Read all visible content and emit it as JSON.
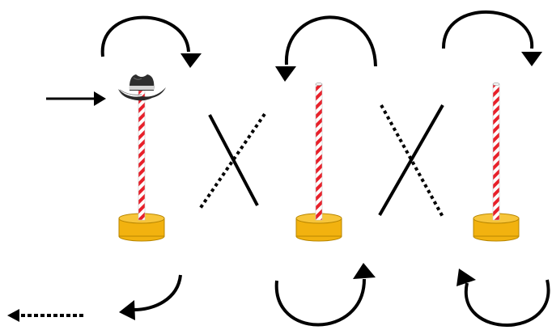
{
  "diagram": {
    "poles": [
      {
        "id": "pole-1",
        "has_hat": true
      },
      {
        "id": "pole-2",
        "has_hat": false
      },
      {
        "id": "pole-3",
        "has_hat": false
      }
    ],
    "colors": {
      "stroke": "#000000",
      "stripe_red": "#e8202a",
      "stripe_white": "#ffffff",
      "base_fill": "#f2b20f",
      "base_stroke": "#b88600",
      "hat_dark": "#2a2a2a",
      "hat_band": "#f2f2f2"
    },
    "arrows": [
      {
        "name": "entry-arrow",
        "style": "solid",
        "direction": "right"
      },
      {
        "name": "exit-arrow",
        "style": "dotted",
        "direction": "left"
      },
      {
        "name": "top-arc-1",
        "style": "solid",
        "direction": "clockwise"
      },
      {
        "name": "top-arc-2",
        "style": "solid",
        "direction": "counterclockwise"
      },
      {
        "name": "top-arc-3",
        "style": "solid",
        "direction": "clockwise"
      },
      {
        "name": "bottom-arc-1",
        "style": "solid",
        "direction": "clockwise"
      },
      {
        "name": "bottom-arc-2",
        "style": "solid",
        "direction": "counterclockwise"
      },
      {
        "name": "bottom-arc-3",
        "style": "solid",
        "direction": "clockwise"
      }
    ],
    "crossings": [
      {
        "name": "crossing-1",
        "solid": "back-slash",
        "dotted": "forward-slash"
      },
      {
        "name": "crossing-2",
        "solid": "forward-slash",
        "dotted": "back-slash"
      }
    ]
  }
}
